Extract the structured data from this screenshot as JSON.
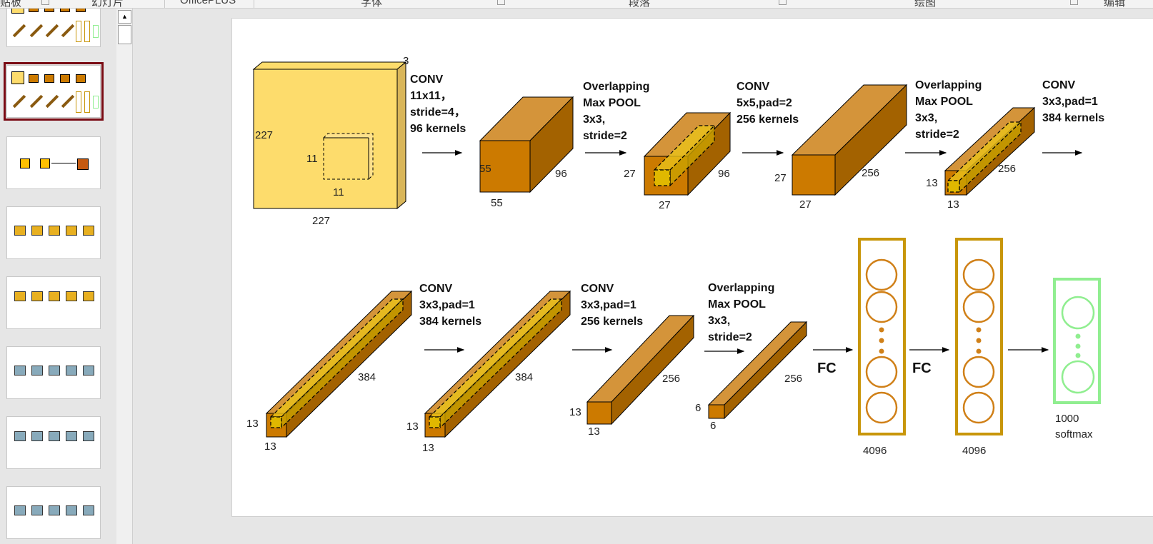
{
  "ribbon": {
    "groups": [
      "贴板",
      "幻灯片",
      "OfficePLUS",
      "字体",
      "段落",
      "绘图",
      "编辑"
    ]
  },
  "thumbnails": {
    "count": 8,
    "selected": 2
  },
  "diagram": {
    "row1_ops": [
      [
        "CONV",
        "11x11，",
        "stride=4，",
        "96 kernels"
      ],
      [
        "Overlapping",
        "Max POOL",
        "3x3,",
        "stride=2"
      ],
      [
        "CONV",
        "5x5,pad=2",
        "256 kernels"
      ],
      [
        "Overlapping",
        "Max POOL",
        "3x3,",
        "stride=2"
      ],
      [
        "CONV",
        "3x3,pad=1",
        "384 kernels"
      ]
    ],
    "row2_ops": [
      [
        "CONV",
        "3x3,pad=1",
        "384 kernels"
      ],
      [
        "CONV",
        "3x3,pad=1",
        "256 kernels"
      ],
      [
        "Overlapping",
        "Max POOL",
        "3x3,",
        "stride=2"
      ]
    ],
    "fc_labels": [
      "FC",
      "FC"
    ],
    "dims": {
      "input": [
        "3",
        "227",
        "11",
        "11",
        "227"
      ],
      "conv1": [
        "55",
        "96",
        "55"
      ],
      "pool1": [
        "27",
        "96",
        "27"
      ],
      "conv2": [
        "27",
        "256",
        "27"
      ],
      "pool2": [
        "256",
        "13",
        "13"
      ],
      "conv3": [
        "384",
        "13",
        "13"
      ],
      "conv4": [
        "384",
        "13",
        "13"
      ],
      "conv5": [
        "256",
        "13",
        "13"
      ],
      "pool3": [
        "256",
        "6",
        "6"
      ]
    },
    "fc1_label": "4096",
    "fc2_label": "4096",
    "output_label": [
      "1000",
      "softmax"
    ],
    "colors": {
      "input_front": "#FDDC6C",
      "input_side": "#D9B65A",
      "front": "#CC7A00",
      "top": "#D4943A",
      "side": "#A36200",
      "kernel": "#E8C21A",
      "fc": "#C8960A",
      "fc_circle": "#D08018",
      "softmax": "#90EE90"
    }
  }
}
